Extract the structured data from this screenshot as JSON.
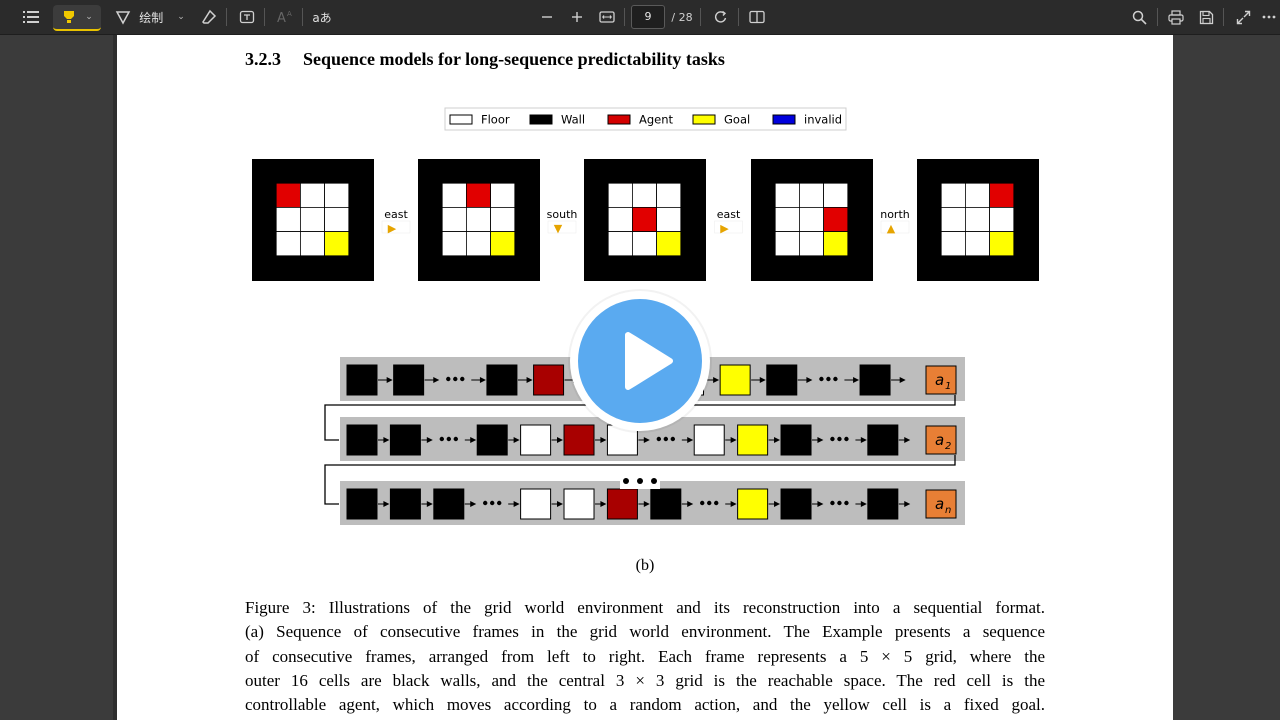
{
  "toolbar": {
    "draw_label": "绘制",
    "read_aloud_label": "aあ",
    "page_current": "9",
    "page_total": "/ 28"
  },
  "document": {
    "section_number": "3.2.3",
    "section_title": "Sequence models for long-sequence predictability tasks",
    "legend": [
      {
        "label": "Floor",
        "color": "#ffffff"
      },
      {
        "label": "Wall",
        "color": "#000000"
      },
      {
        "label": "Agent",
        "color": "#d40000"
      },
      {
        "label": "Goal",
        "color": "#ffff00"
      },
      {
        "label": "invalid",
        "color": "#0000dd"
      }
    ],
    "actions": [
      {
        "label": "east",
        "arrow": "▶"
      },
      {
        "label": "south",
        "arrow": "▼"
      },
      {
        "label": "east",
        "arrow": "▶"
      },
      {
        "label": "north",
        "arrow": "▲"
      }
    ],
    "frames": [
      {
        "agent": [
          0,
          0
        ]
      },
      {
        "agent": [
          0,
          1
        ]
      },
      {
        "agent": [
          1,
          1
        ]
      },
      {
        "agent": [
          1,
          2
        ]
      },
      {
        "agent": [
          0,
          2
        ]
      }
    ],
    "goal_cell": [
      2,
      2
    ],
    "sequence_rows": [
      {
        "cells": [
          "black",
          "black",
          "dots",
          "black",
          "red",
          "hidden",
          "hidden",
          "white",
          "yellow",
          "black",
          "dots",
          "black"
        ],
        "action": "a",
        "sub": "1"
      },
      {
        "cells": [
          "black",
          "black",
          "dots",
          "black",
          "white",
          "red",
          "white",
          "dots",
          "white",
          "yellow",
          "black",
          "dots",
          "black"
        ],
        "action": "a",
        "sub": "2"
      },
      {
        "cells": [
          "black",
          "black",
          "black",
          "dots",
          "white",
          "white",
          "red",
          "black",
          "dots",
          "yellow",
          "black",
          "dots",
          "black"
        ],
        "action": "a",
        "sub": "n"
      }
    ],
    "subfigure_label": "(b)",
    "caption_lines": [
      "Figure 3:  Illustrations of the grid world environment and its reconstruction into a sequential format.",
      "(a) Sequence of consecutive frames in the grid world environment.  The Example presents a sequence",
      "of consecutive frames, arranged from left to right.  Each frame represents a 5 × 5 grid, where the",
      "outer 16 cells are black walls, and the central 3 × 3 grid is the reachable space.  The red cell is the",
      "controllable agent, which moves according to a random action, and the yellow cell is a fixed goal."
    ]
  },
  "colors": {
    "agent_red": "#e10000",
    "goal_yellow": "#ffff00",
    "seq_red": "#a80000",
    "action_orange": "#e87f35",
    "arrow_gold": "#e6a400",
    "play_blue": "#5aaaf0"
  }
}
